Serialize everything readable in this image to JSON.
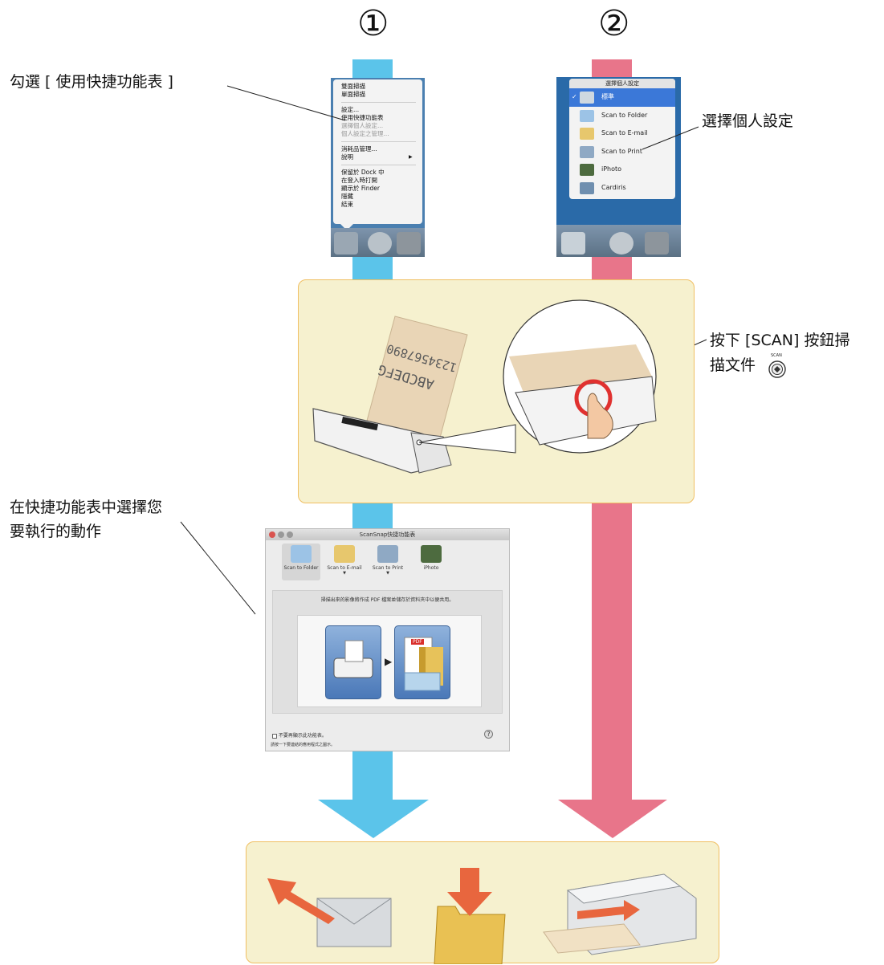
{
  "steps": {
    "one": "①",
    "two": "②"
  },
  "labels": {
    "check_menu": "勾選 [ 使用快捷功能表 ]",
    "select_profile": "選擇個人設定",
    "press_scan_line1": "按下 [SCAN] 按鈕掃",
    "press_scan_line2": "描文件",
    "select_action_line1": "在快捷功能表中選擇您",
    "select_action_line2": "要執行的動作"
  },
  "context_menu": {
    "items": [
      "雙面掃描",
      "單面掃描",
      "設定...",
      "使用快捷功能表",
      "選擇個人設定...",
      "個人設定之管理...",
      "消耗品管理...",
      "說明",
      "保留於 Dock 中",
      "在登入時打開",
      "顯示於 Finder",
      "隱藏",
      "結束"
    ]
  },
  "profile_menu": {
    "title": "選擇個人設定",
    "items": [
      "標準",
      "Scan to Folder",
      "Scan to E-mail",
      "Scan to Print",
      "iPhoto",
      "Cardiris"
    ]
  },
  "scansnap_window": {
    "title": "ScanSnap快捷功能表",
    "apps": [
      "Scan to Folder",
      "Scan to E-mail",
      "Scan to Print",
      "iPhoto"
    ],
    "description": "掃描出來的影像將作成 PDF 檔案並儲存於資料夾中以便共用。",
    "pdf_badge": "PDF",
    "dont_show": "不要再顯示此功能表。",
    "click_hint": "請按一下要連結的應用程式之圖示。"
  },
  "scanner_doc": {
    "line1": "1234567890",
    "line2": "ABCDEFG"
  },
  "scan_icon_label": "SCAN",
  "colors": {
    "blue": "#5bc4ea",
    "pink": "#e8758a",
    "box_fill": "#f6f1cf",
    "box_border": "#f0bf62"
  }
}
